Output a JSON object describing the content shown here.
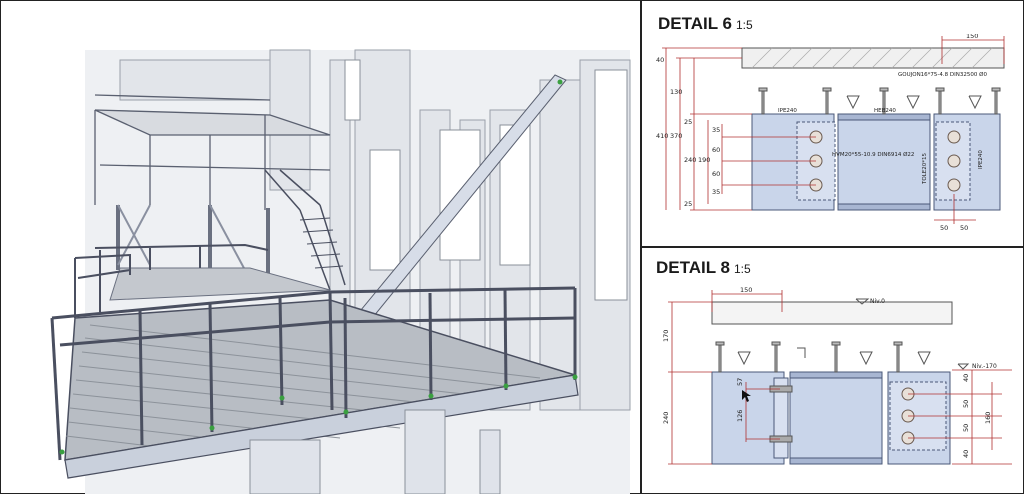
{
  "detail6": {
    "title": "DETAIL 6",
    "scale": "1:5",
    "dims_left": [
      "40",
      "130",
      "410",
      "370",
      "25",
      "240",
      "190",
      "35",
      "60",
      "60",
      "35",
      "25"
    ],
    "dim_top": "150",
    "dims_bottom": [
      "50",
      "50"
    ],
    "labels": {
      "bolt": "GOUJON16*75-4.8 DIN32500 Ø0",
      "beam_left": "IPE240",
      "beam_mid": "HEB240",
      "beam_right": "IPE240",
      "hvm": "HVM20*55-10.9 DIN6914 Ø22",
      "tole": "TOLE20*15"
    }
  },
  "detail8": {
    "title": "DETAIL 8",
    "scale": "1:5",
    "dim_top": "150",
    "dims_left": [
      "170",
      "240"
    ],
    "dims_inner": [
      "57",
      "126"
    ],
    "dims_right": [
      "40",
      "50",
      "160",
      "50",
      "40"
    ],
    "levels": [
      "Niv.0",
      "Niv.-170"
    ]
  },
  "colors": {
    "steel_fill": "#c9d5ea",
    "steel_stroke": "#4a5878",
    "dim_line": "#b03030",
    "railing": "#4a4f60",
    "grating": "#9aa0a8",
    "building": "#e6e8ec"
  }
}
